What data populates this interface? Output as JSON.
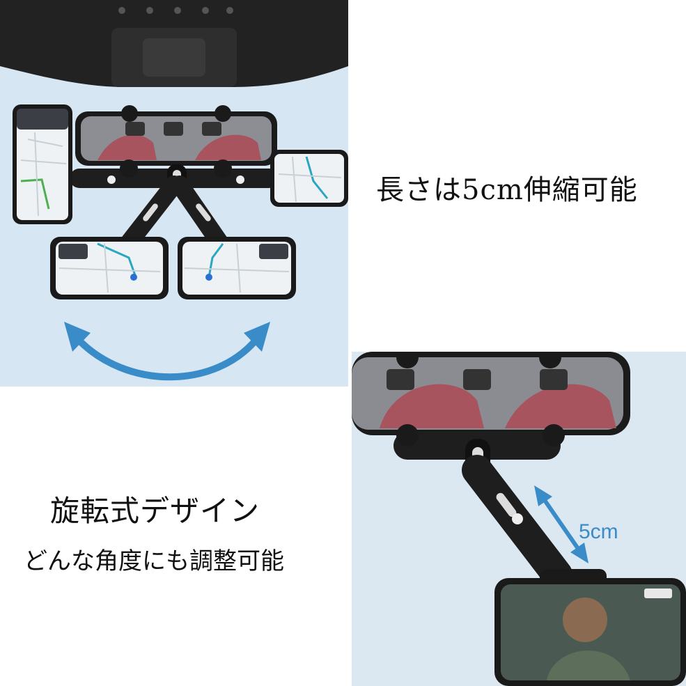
{
  "captions": {
    "length": "長さは5cm伸縮可能",
    "rotate_title": "旋転式デザイン",
    "rotate_sub": "どんな角度にも調整可能"
  },
  "extend_panel": {
    "measure_label": "5cm"
  },
  "colors": {
    "sky": "#d6e6f2",
    "ceiling": "#1f1f1f",
    "mount": "#1e1e1e",
    "arrow": "#3a8cc9",
    "seat_red": "#a8545e"
  }
}
